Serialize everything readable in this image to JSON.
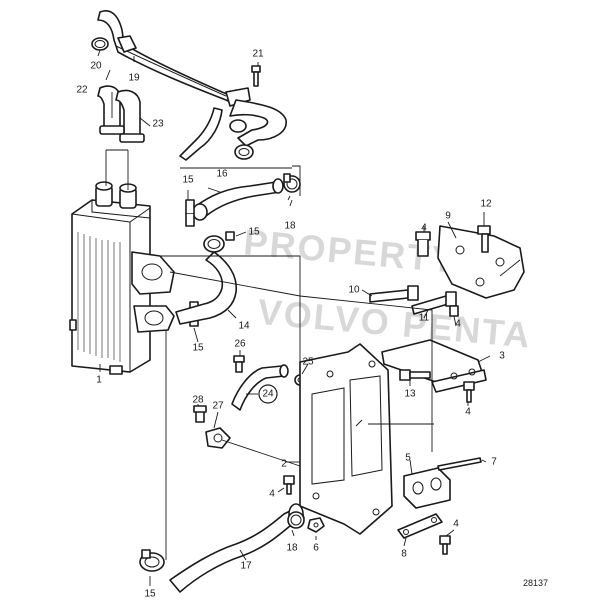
{
  "watermark": [
    "PROPERTY OF",
    "VOLVO PENTA"
  ],
  "document_number": "28137",
  "callouts": [
    {
      "key": "c1",
      "text": "1"
    },
    {
      "key": "c2",
      "text": "2"
    },
    {
      "key": "c3",
      "text": "3"
    },
    {
      "key": "c4a",
      "text": "4"
    },
    {
      "key": "c4b",
      "text": "4"
    },
    {
      "key": "c4c",
      "text": "4"
    },
    {
      "key": "c4d",
      "text": "4"
    },
    {
      "key": "c4e",
      "text": "4"
    },
    {
      "key": "c5",
      "text": "5"
    },
    {
      "key": "c6",
      "text": "6"
    },
    {
      "key": "c7",
      "text": "7"
    },
    {
      "key": "c8",
      "text": "8"
    },
    {
      "key": "c9",
      "text": "9"
    },
    {
      "key": "c10",
      "text": "10"
    },
    {
      "key": "c11",
      "text": "11"
    },
    {
      "key": "c12",
      "text": "12"
    },
    {
      "key": "c13",
      "text": "13"
    },
    {
      "key": "c14",
      "text": "14"
    },
    {
      "key": "c15a",
      "text": "15"
    },
    {
      "key": "c15b",
      "text": "15"
    },
    {
      "key": "c15c",
      "text": "15"
    },
    {
      "key": "c15d",
      "text": "15"
    },
    {
      "key": "c16",
      "text": "16"
    },
    {
      "key": "c17",
      "text": "17"
    },
    {
      "key": "c18a",
      "text": "18"
    },
    {
      "key": "c18b",
      "text": "18"
    },
    {
      "key": "c19",
      "text": "19"
    },
    {
      "key": "c20",
      "text": "20"
    },
    {
      "key": "c21",
      "text": "21"
    },
    {
      "key": "c22",
      "text": "22"
    },
    {
      "key": "c23",
      "text": "23"
    },
    {
      "key": "c24",
      "text": "24"
    },
    {
      "key": "c25",
      "text": "25"
    },
    {
      "key": "c26",
      "text": "26"
    },
    {
      "key": "c27",
      "text": "27"
    },
    {
      "key": "c28",
      "text": "28"
    }
  ]
}
